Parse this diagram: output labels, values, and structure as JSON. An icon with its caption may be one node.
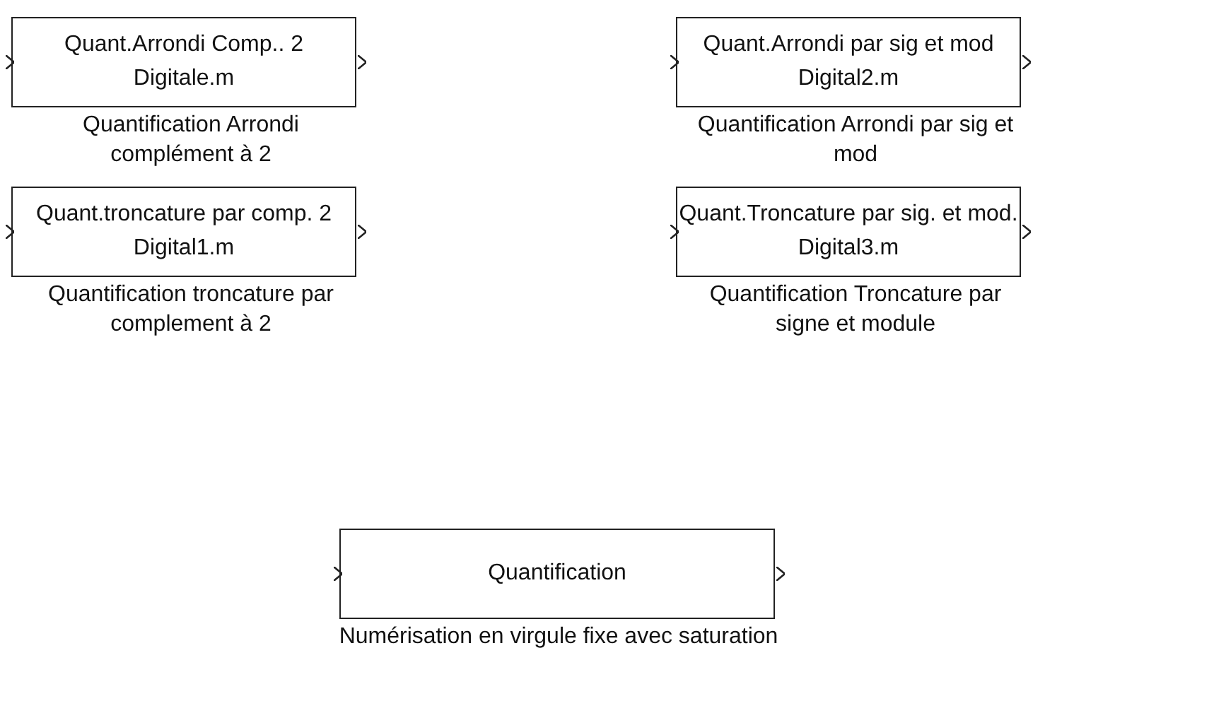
{
  "diagram": {
    "nodes": [
      {
        "text": [
          "Quant.Arrondi Comp.. 2",
          "Digitale.m"
        ],
        "beside": [
          "Quantification Arrondi complément à 2"
        ]
      },
      {
        "text": [
          "Quant.Arrondi par sig et mod",
          "Digital2.m"
        ],
        "beside": [
          "Quantification Arrondi par sig et mod"
        ]
      },
      {
        "text": [
          "Quant.troncature par comp. 2",
          "Digital1.m"
        ],
        "beside": [
          "Quantification troncature par complement à 2"
        ]
      },
      {
        "text": [
          "Quant.Troncature par sig. et mod.",
          "Digital3.m"
        ],
        "beside": [
          "Quantification Troncature par signe et module"
        ]
      },
      {
        "text": [
          "Quantification"
        ],
        "beside": [
          "Numérisation en virgule fixe avec saturation"
        ]
      }
    ],
    "edges": []
  }
}
